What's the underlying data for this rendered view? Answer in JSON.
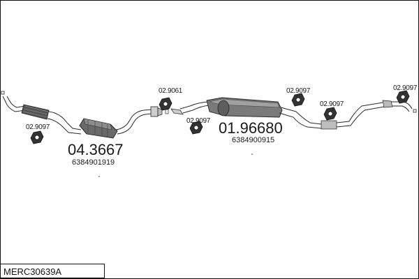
{
  "diagram": {
    "footer_code": "MERC30639A",
    "parts": [
      {
        "id": "cat",
        "number": "04.3667",
        "oem": "6384901919"
      },
      {
        "id": "silencer",
        "number": "01.96680",
        "oem": "6384900915"
      }
    ],
    "mounts": [
      {
        "id": "m1",
        "number": "02.9097"
      },
      {
        "id": "m2",
        "number": "02.9061"
      },
      {
        "id": "m3",
        "number": "02.9097"
      },
      {
        "id": "m4",
        "number": "02.9097"
      },
      {
        "id": "m5",
        "number": "02.9097"
      },
      {
        "id": "m6",
        "number": "02.9097"
      }
    ]
  }
}
